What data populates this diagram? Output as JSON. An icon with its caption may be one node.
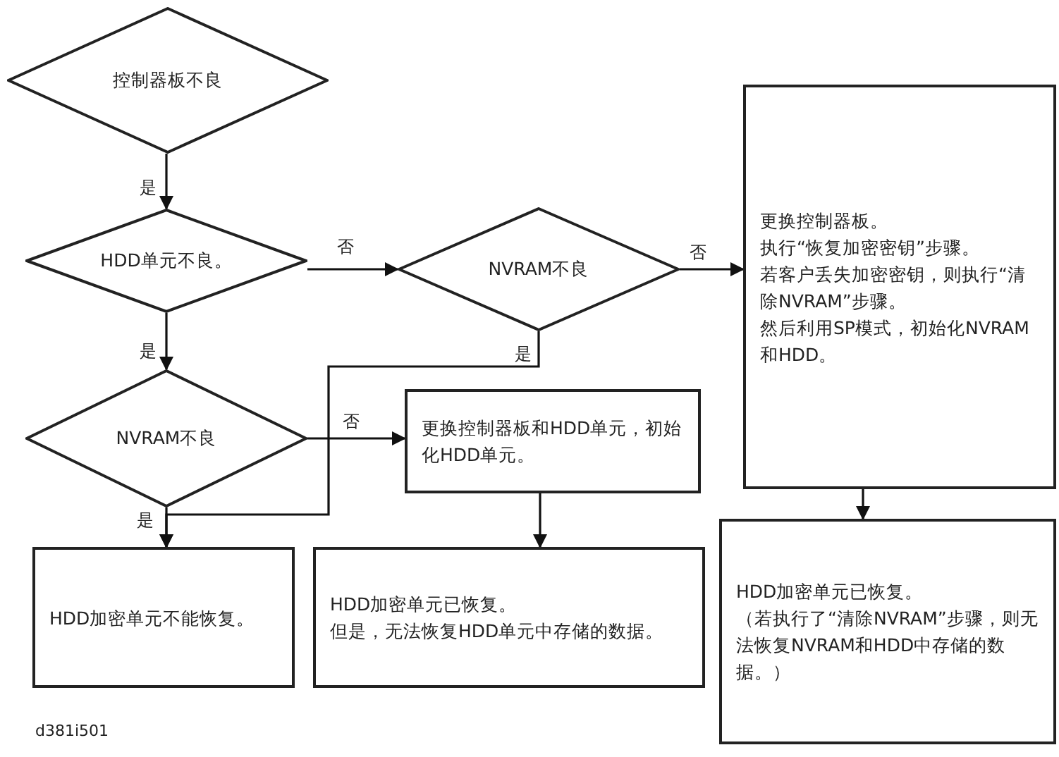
{
  "diagram": {
    "nodes": [
      {
        "text": [
          "控制器板不良"
        ]
      },
      {
        "text": [
          "HDD单元不良。"
        ]
      },
      {
        "text": [
          "NVRAM不良"
        ]
      },
      {
        "text": [
          "更换控制器板。",
          "执行“恢复加密密钥”步骤。",
          "若客户丢失加密密钥，则执行“清除NVRAM”步骤。",
          "然后利用SP模式，初始化NVRAM和HDD。"
        ]
      },
      {
        "text": [
          "NVRAM不良"
        ]
      },
      {
        "text": [
          "更换控制器板和HDD单元，初始化HDD单元。"
        ]
      },
      {
        "text": [
          "HDD加密单元不能恢复。"
        ]
      },
      {
        "text": [
          "HDD加密单元已恢复。",
          "但是，无法恢复HDD单元中存储的数据。"
        ]
      },
      {
        "text": [
          "HDD加密单元已恢复。",
          "（若执行了“清除NVRAM”步骤，则无法恢复NVRAM和HDD中存储的数据。）"
        ]
      }
    ],
    "edges": [
      {
        "from": 0,
        "to": 1,
        "arrow": "to",
        "label": "是"
      },
      {
        "from": 1,
        "to": 2,
        "arrow": "to",
        "label": "否"
      },
      {
        "from": 2,
        "to": 3,
        "arrow": "to",
        "label": "否"
      },
      {
        "from": 2,
        "to": 6,
        "arrow": "to",
        "label": "是"
      },
      {
        "from": 1,
        "to": 4,
        "arrow": "to",
        "label": "是"
      },
      {
        "from": 4,
        "to": 5,
        "arrow": "to",
        "label": "否"
      },
      {
        "from": 4,
        "to": 6,
        "arrow": "to",
        "label": "是"
      },
      {
        "from": 5,
        "to": 7,
        "arrow": "to"
      },
      {
        "from": 3,
        "to": 8,
        "arrow": "to"
      }
    ],
    "labels": [
      "d381i501"
    ]
  }
}
